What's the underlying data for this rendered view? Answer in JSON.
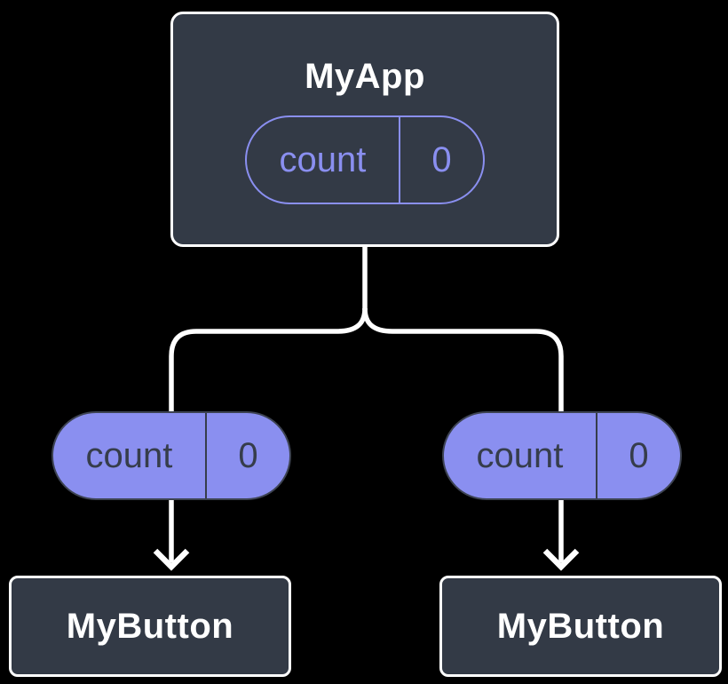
{
  "canvas": {
    "background": "#000000"
  },
  "colors": {
    "node-fill": "#333A46",
    "node-border": "#FFFFFF",
    "node-text": "#FFFFFF",
    "purple": "#8A8FF0",
    "pill-ink": "#363D4B",
    "pill-border-dark": "#3D4352",
    "line": "#FFFFFF",
    "bg": "#000000"
  },
  "tree": {
    "root": {
      "title": "MyApp",
      "state": {
        "name": "count",
        "value": "0"
      }
    },
    "children": [
      {
        "title": "MyButton",
        "prop": {
          "name": "count",
          "value": "0"
        }
      },
      {
        "title": "MyButton",
        "prop": {
          "name": "count",
          "value": "0"
        }
      }
    ]
  }
}
